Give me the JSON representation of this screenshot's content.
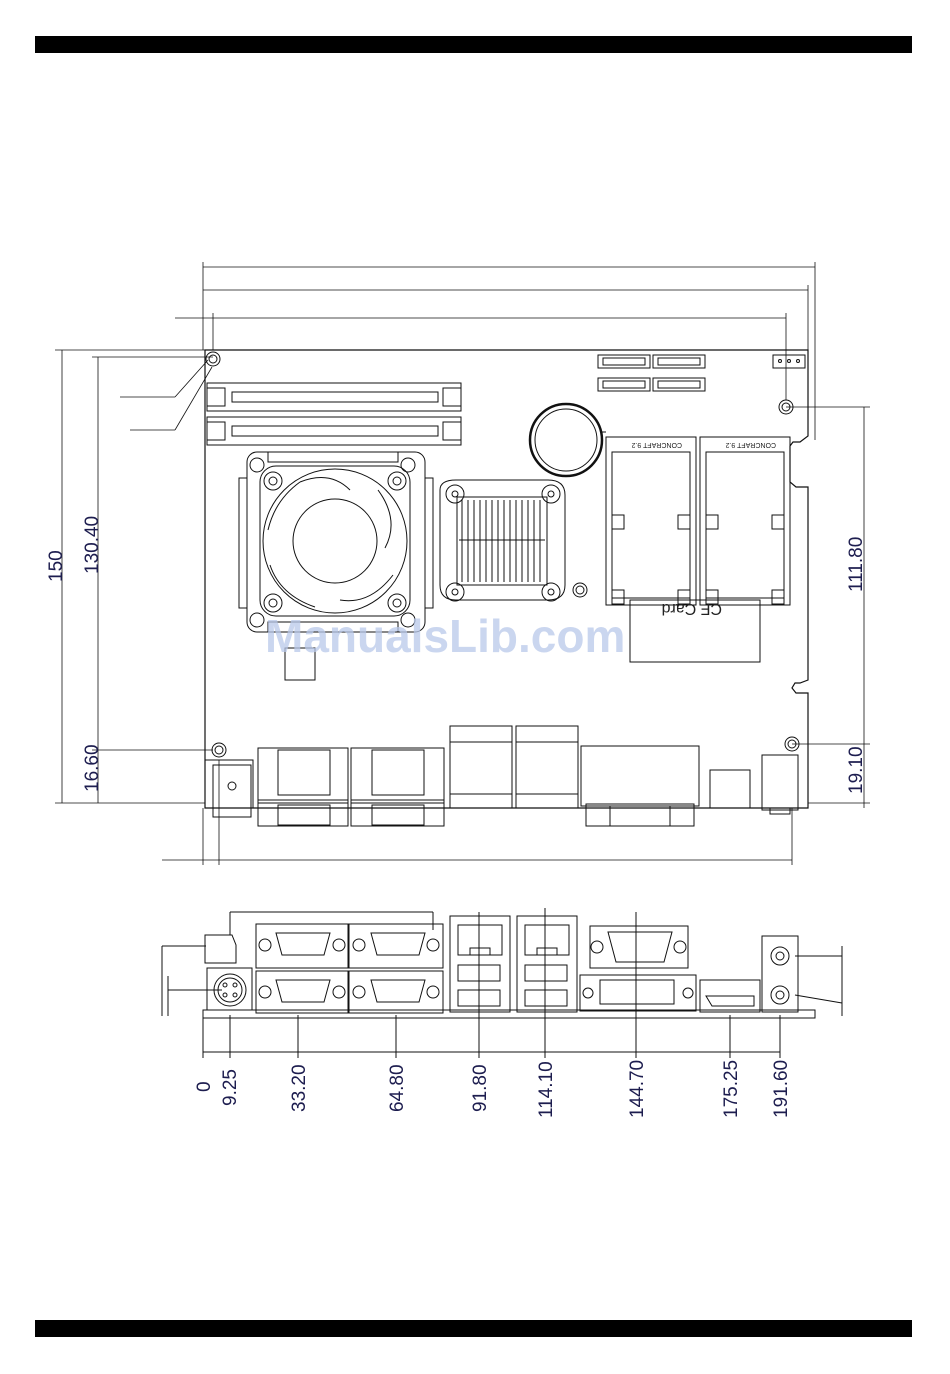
{
  "watermark": "ManualsLib.com",
  "board_labels": {
    "cf_card": "CF Card",
    "socket_a": "CONCRAFT 9.2",
    "socket_b": "CONCRAFT 9.2"
  },
  "top_view_dimensions": {
    "left": [
      "150",
      "130.40",
      "16.60"
    ],
    "right": [
      "111.80",
      "19.10"
    ]
  },
  "rear_view_dimensions": [
    "0",
    "9.25",
    "33.20",
    "64.80",
    "91.80",
    "114.10",
    "144.70",
    "175.25",
    "191.60"
  ]
}
